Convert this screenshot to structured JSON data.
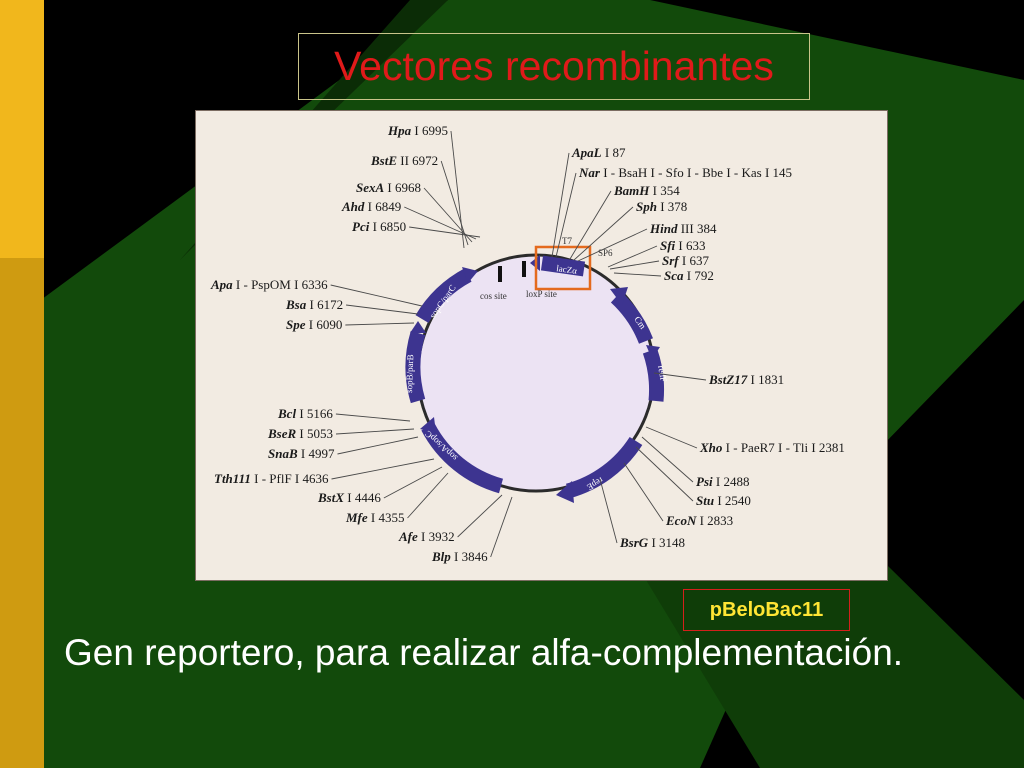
{
  "title": "Vectores recombinantes",
  "plasmid_name": "pBeloBac11",
  "caption": "Gen reportero, para realizar alfa-complementación.",
  "colors": {
    "title": "#e01a1a",
    "plasmid_label": "#ffe534",
    "highlight_box": "#e46a1e",
    "gene_arrow": "#3d3490",
    "plasmid_fill": "#ece3f3"
  },
  "map": {
    "sites": [
      {
        "id": "hpa",
        "name": "Hpa",
        "pos": "I 6995"
      },
      {
        "id": "bste",
        "name": "BstE",
        "pos": "II 6972"
      },
      {
        "id": "sexa",
        "name": "SexA",
        "pos": "I 6968"
      },
      {
        "id": "ahd",
        "name": "Ahd",
        "pos": "I 6849"
      },
      {
        "id": "pci",
        "name": "Pci",
        "pos": "I 6850"
      },
      {
        "id": "apai",
        "name": "Apa",
        "pos": "I  -  PspOM I 6336"
      },
      {
        "id": "bsa",
        "name": "Bsa",
        "pos": "I 6172"
      },
      {
        "id": "spe",
        "name": "Spe",
        "pos": "I 6090"
      },
      {
        "id": "bcl",
        "name": "Bcl",
        "pos": "I 5166"
      },
      {
        "id": "bser",
        "name": "BseR",
        "pos": "I 5053"
      },
      {
        "id": "snab",
        "name": "SnaB",
        "pos": "I 4997"
      },
      {
        "id": "tth",
        "name": "Tth111",
        "pos": "I - PflF I 4636"
      },
      {
        "id": "bstx",
        "name": "BstX",
        "pos": "I 4446"
      },
      {
        "id": "mfe",
        "name": "Mfe",
        "pos": "I 4355"
      },
      {
        "id": "afe",
        "name": "Afe",
        "pos": "I 3932"
      },
      {
        "id": "blp",
        "name": "Blp",
        "pos": "I 3846"
      },
      {
        "id": "apal",
        "name": "ApaL",
        "pos": "I 87"
      },
      {
        "id": "nar",
        "name": "Nar",
        "pos": "I - BsaH I - Sfo I - Bbe I - Kas I 145"
      },
      {
        "id": "bamh",
        "name": "BamH",
        "pos": "I 354"
      },
      {
        "id": "sph",
        "name": "Sph",
        "pos": "I 378"
      },
      {
        "id": "hind",
        "name": "Hind",
        "pos": "III 384"
      },
      {
        "id": "sfi",
        "name": "Sfi",
        "pos": "I 633"
      },
      {
        "id": "srf",
        "name": "Srf",
        "pos": "I 637"
      },
      {
        "id": "sca",
        "name": "Sca",
        "pos": "I 792"
      },
      {
        "id": "bstz",
        "name": "BstZ17",
        "pos": "I 1831"
      },
      {
        "id": "xho",
        "name": "Xho",
        "pos": "I - PaeR7 I - Tli I 2381"
      },
      {
        "id": "psi",
        "name": "Psi",
        "pos": "I 2488"
      },
      {
        "id": "stu",
        "name": "Stu",
        "pos": "I 2540"
      },
      {
        "id": "econ",
        "name": "EcoN",
        "pos": "I 2833"
      },
      {
        "id": "bsrg",
        "name": "BsrG",
        "pos": "I 3148"
      }
    ],
    "genes": {
      "lacz": "lacZα",
      "cm": "Cm",
      "redf": "redF",
      "repe": "repE",
      "sopa": "sopA/sopC",
      "sopb": "sopB/parB",
      "sopc": "sopC/parC"
    },
    "markers": {
      "cos": "cos site",
      "loxp": "loxP site",
      "t7": "T7",
      "sp6": "SP6"
    }
  }
}
